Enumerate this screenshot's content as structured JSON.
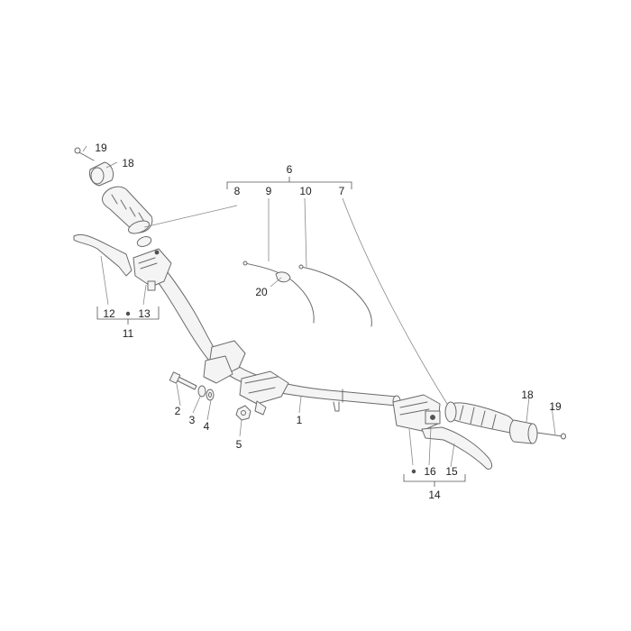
{
  "callouts": {
    "c19_left": "19",
    "c18_left": "18",
    "c6": "6",
    "c8": "8",
    "c9": "9",
    "c10": "10",
    "c7": "7",
    "c20": "20",
    "c12": "12",
    "c13": "13",
    "c11": "11",
    "c2": "2",
    "c3": "3",
    "c4": "4",
    "c5": "5",
    "c1": "1",
    "c18_right": "18",
    "c19_right": "19",
    "c16": "16",
    "c15": "15",
    "c14": "14"
  },
  "colors": {
    "line": "#6a6a6a",
    "label": "#222222",
    "background": "#ffffff"
  }
}
